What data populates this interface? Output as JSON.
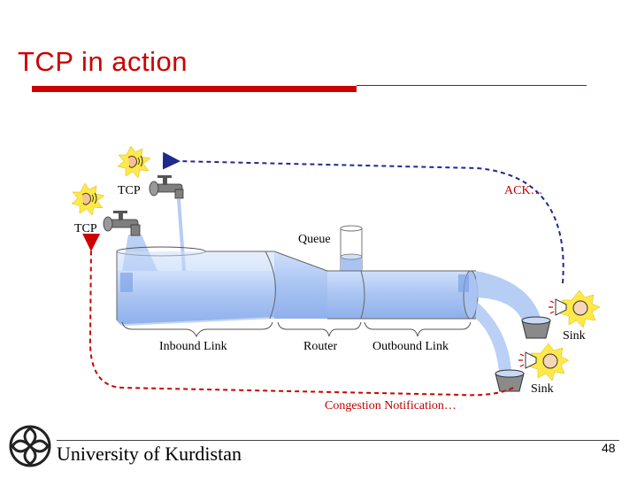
{
  "slide": {
    "title": "TCP in action",
    "slide_number": "48",
    "footer_text": "University of Kurdistan"
  },
  "diagram": {
    "tcp_label_1": "TCP",
    "tcp_label_2": "TCP",
    "ack_label": "ACK…",
    "queue_label": "Queue",
    "inbound_label": "Inbound Link",
    "router_label": "Router",
    "outbound_label": "Outbound Link",
    "sink_label_1": "Sink",
    "sink_label_2": "Sink",
    "congestion_label": "Congestion Notification…"
  },
  "colors": {
    "title": "#cc0000",
    "pipe": "#a9c4f2",
    "pipe_dark": "#7da3e6",
    "ack_arrow": "#1f2a8c",
    "congestion_arrow": "#cc0000"
  }
}
